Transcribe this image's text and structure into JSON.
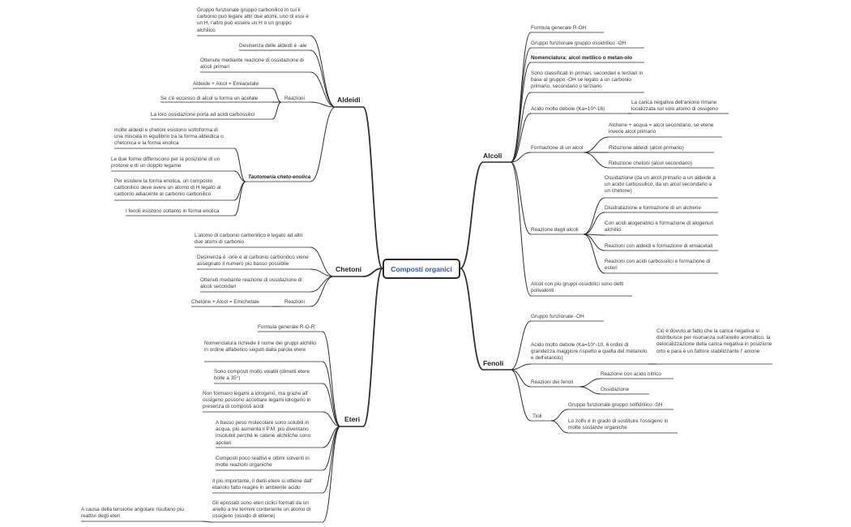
{
  "root": "Composti organici",
  "aldeidi": {
    "label": "Aldeidi",
    "n1": "Gruppo funzionale gruppo carbonilico in cui il carbonio può legare altri due atomi, uno di essi è un H, l'altro può essere un H o un gruppo alchilico",
    "n2": "Desinenza delle aldeidi è -ale",
    "n3": "Ottenute mediante reazione di ossidazione di alcoli primari",
    "reazioni": "Reazioni",
    "r1": "Aldeide + Alcol = Emiacetale",
    "r2": "Se c'è eccesso di alcol si forma un acetale",
    "r3": "La loro ossidazione porta ad acidi carbossilici",
    "tautomeria": "Tautomeria cheto-enolica",
    "t1": "molte aldeidi e chetoni esistono sottoforma di una miscela in equilibrio tra la forma aldeidica o chetonica e la forma enolica",
    "t2": "Le due forme differiscono per la posizione di un protone e di un doppio legame",
    "t3": "Per esistere la forma enolica, un composto carbonilico deve avere un atomo di H legato al carbonio adiacente al carbonio carbonilico",
    "t4": "I fenoli esistono soltanto in forma enolica"
  },
  "chetoni": {
    "label": "Chetoni",
    "n1": "L'atomo di carbonio carbonilico è legato ad altri due atomi di carbonio",
    "n2": "Desinenza è -one e al carbonio carbonilico viene assegnato il numero più basso possibile",
    "n3": "Ottenuti mediante reazione di ossidazione di alcoli secondari",
    "reazioni": "Reazioni",
    "r1": "Chetone + Alcol = Emichetale"
  },
  "eteri": {
    "label": "Eteri",
    "n1": "Formula generale R-O-R'",
    "n2": "Nomenclatura richiede il nome dei gruppi alchilici in ordine alfabetico seguiti dalla parola etere",
    "n3": "Sono composti molto volatili (dimetil etere bolle a 35°)",
    "n4": "Non formano legami a idrogeno, ma grazie all' ossigeno possono accettare legami idrogeno in presenza di composti acidi",
    "n5": "A basso peso molecolare sono solubili in acqua, più aumenta il P.M. più diventano insolubili perché le catene alchiliche sono apolari",
    "n6": "Composti poco reattivi e ottimi solventi in molte reazioni organiche",
    "n7": "Il più importante, il dietil-etere si ottiene dall' etanolo fatto reagire in ambiente acido",
    "n8": "Gli epossidi sono eteri ciclici formati da un anello a tre termini contenente un atomo di ossigeno (ossido di etilene)",
    "n8a": "A causa della tensione angolare risultano più reattivi degli eteri"
  },
  "alcoli": {
    "label": "Alcoli",
    "n1": "Formula generale R-OH",
    "n2": "Gruppo funzionale gruppo ossidrilico -OH",
    "n3": "Nomenclatura: alcol metilico o metan-olo",
    "n4": "Sono classificati in primari, secondari e terziari in base al gruppo -OH se legato a un carbonio primario, secondario o terziario",
    "acido": "Acido molto debole (Ka=10^-16)",
    "acido1": "La carica negativa dell'anione rimane localizzata sul solo atomo di ossigeno",
    "formazione": "Formazione di un alcol",
    "f1": "Alchene + acqua = alcol secondario, se etene invece alcol primario",
    "f2": "Riduzione aldeidi (alcol primario)",
    "f3": "Riduzione chetoni (alcol secondario)",
    "reazione": "Reazione degli alcoli",
    "ra1": "Ossidazione (da un alcol primario a un aldeide a un acido carbossilico, da un alcol secondario a un chetone)",
    "ra2": "Disidratazione e formazione di un alchene",
    "ra3": "Con acidi alogenidrici e formazione di alogenuri alchilici",
    "ra4": "Reazioni con aldeidi e formazione di emiacetali",
    "ra5": "Reazioni con acidi carbossilici e formazione di esteri",
    "n5": "Alcoli con più gruppi ossidrilici sono detti polivalenti"
  },
  "fenoli": {
    "label": "Fenoli",
    "n1": "Gruppo funzionale -OH",
    "acido": "Acido molto debole (Ka=10^-10, 6 ordini di grandezza maggiore rispetto a quella del metanolo e dell'etanolo)",
    "acido1": "Ciò è dovuto al fatto che la carica negativa si distribuisce per risonanza sull'anello aromatico, la delocalizzazione della carica negativa in posizione orto e para è un fattore stabilizzante l' anione",
    "reazioni": "Reazioni dei fenoli",
    "r1": "Reazione con acido nitrico",
    "r2": "Ossidazione",
    "tioli": "Tioli",
    "t1": "Gruppo funzionale gruppo solfidrilico -SH",
    "t2": "Lo zolfo è in grado di sostituire l'ossigeno in molte sostanze organiche"
  }
}
